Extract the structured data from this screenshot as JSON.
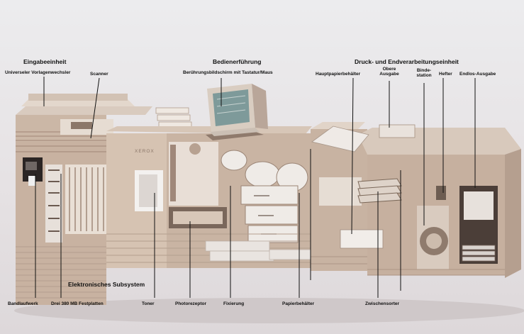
{
  "labels": {
    "eingabeeinheit": "Eingabeeinheit",
    "vorlagenwechsler": "Universeler Vorlagenwechsler",
    "scanner": "Scanner",
    "bedienerfuehrung": "Bedienerführung",
    "bildschirm": "Berührungsbildschirm mit Tastatur/Maus",
    "druck_einheit": "Druck- und Endverarbeitungseinheit",
    "hauptpapier": "Hauptpapierbehälter",
    "obere_ausgabe_1": "Obere",
    "obere_ausgabe_2": "Ausgabe",
    "binde_1": "Binde-",
    "binde_2": "station",
    "hefter": "Hefter",
    "endlos": "Endlos-Ausgabe",
    "subsystem": "Elektronisches Subsystem",
    "bandlaufwerk": "Bandlaufwerk",
    "festplatten": "Drei 380 MB Festplatten",
    "toner": "Toner",
    "photorezeptor": "Photorezeptor",
    "fixierung": "Fixierung",
    "papierbehaelter": "Papierbehälter",
    "zwischensorter": "Zwischensorter"
  },
  "brand": "XEROX",
  "colors": {
    "machine_body": "#cdb8a6",
    "machine_dark": "#8f7a6c",
    "machine_light": "#e4d8cd",
    "paper_path": "#f2efec",
    "screen": "#7e9a9a"
  }
}
